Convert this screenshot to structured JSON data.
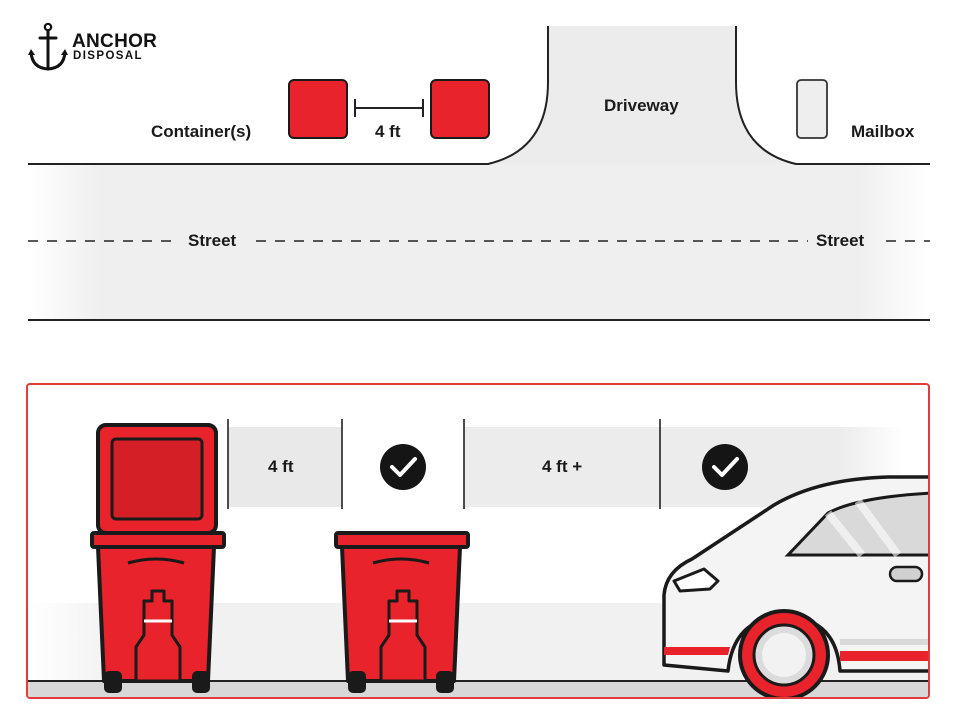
{
  "brand": {
    "name_line1": "ANCHOR",
    "name_line2": "DISPOSAL",
    "logo_icon": "anchor-icon"
  },
  "top_diagram": {
    "containers_label": "Container(s)",
    "spacing_label": "4 ft",
    "driveway_label": "Driveway",
    "mailbox_label": "Mailbox",
    "street_label_left": "Street",
    "street_label_right": "Street"
  },
  "bottom_panel": {
    "gap_label_1": "4 ft",
    "gap_label_2": "4 ft +",
    "check_icon_1": "check-circle-icon",
    "check_icon_2": "check-circle-icon"
  },
  "colors": {
    "container_red": "#e8232b",
    "container_dark": "#1a1a1a",
    "panel_border": "#e23b3b",
    "road_gray": "#efefef"
  }
}
